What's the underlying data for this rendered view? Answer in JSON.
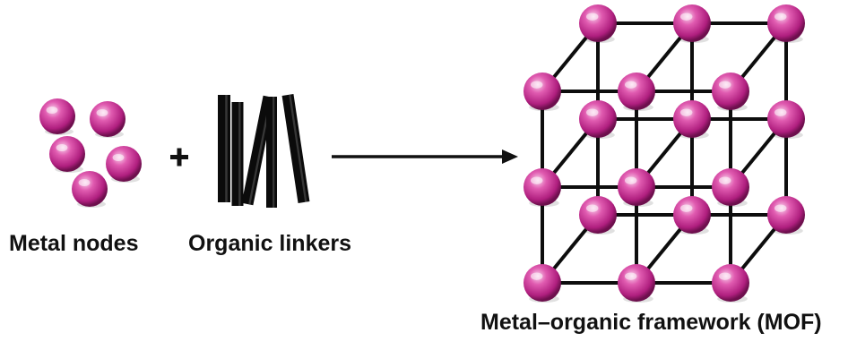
{
  "labels": {
    "metal_nodes": "Metal nodes",
    "organic_linkers": "Organic linkers",
    "mof": "Metal–organic framework (MOF)",
    "plus": "+"
  },
  "colors": {
    "node_base": "#d63a9e",
    "node_highlight": "#f7c6e6",
    "node_shadow": "#7a1257",
    "linker": "#111111",
    "framework_edge": "#0d0d0d",
    "text": "#111111"
  },
  "icons": {
    "node": "sphere",
    "linker": "rod",
    "arrow": "right-arrow"
  }
}
